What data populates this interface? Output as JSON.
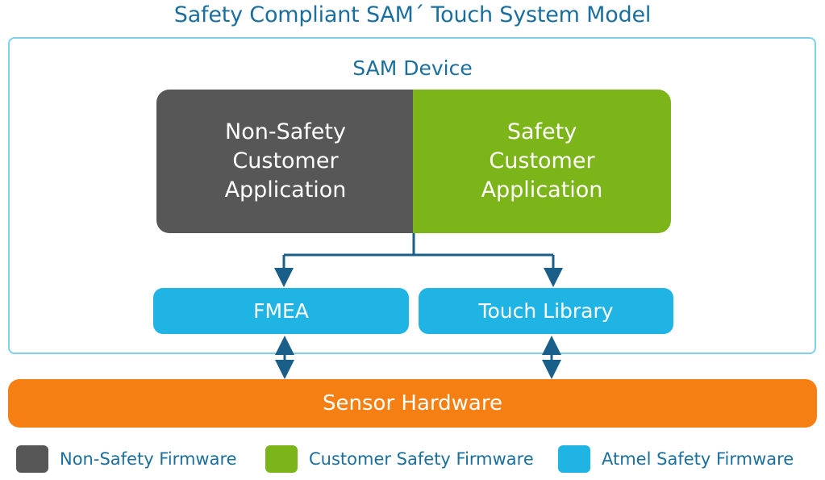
{
  "title": "Safety Compliant SAM´ Touch System Model",
  "device_label": "SAM Device",
  "blocks": {
    "non_safety_app": "Non-Safety\nCustomer\nApplication",
    "safety_app": "Safety\nCustomer\nApplication",
    "fmea": "FMEA",
    "touch_library": "Touch Library",
    "sensor_hardware": "Sensor Hardware"
  },
  "colors": {
    "non_safety": "#575757",
    "customer_safety": "#7cb51a",
    "atmel_safety": "#1fb4e4",
    "sensor": "#f57f12",
    "frame": "#7fd0ec",
    "connector": "#1a5f8a",
    "text_blue": "#1a6f9e"
  },
  "legend": [
    {
      "label": "Non-Safety Firmware",
      "color": "#575757"
    },
    {
      "label": "Customer Safety Firmware",
      "color": "#7cb51a"
    },
    {
      "label": "Atmel Safety Firmware",
      "color": "#1fb4e4"
    }
  ]
}
